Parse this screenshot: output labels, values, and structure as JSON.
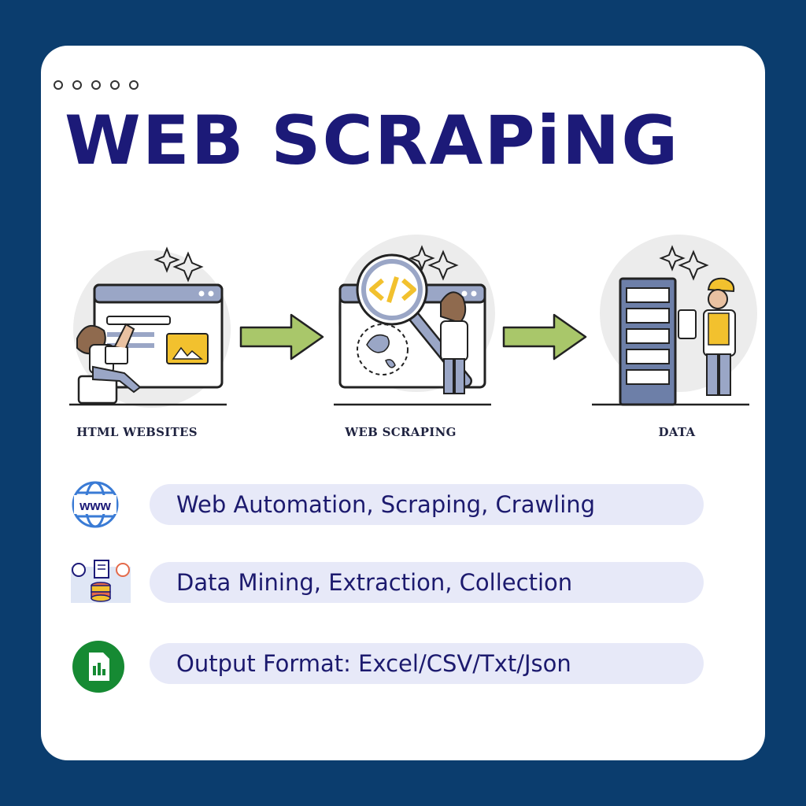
{
  "title": "WEB SCRAPiNG",
  "steps": [
    {
      "label": "HTML WEBSITES",
      "icon": "browser-person-icon"
    },
    {
      "label": "WEB SCRAPING",
      "icon": "magnifier-code-icon"
    },
    {
      "label": "DATA",
      "icon": "server-worker-icon"
    }
  ],
  "features": [
    {
      "text": "Web Automation, Scraping, Crawling",
      "icon": "www-globe-icon"
    },
    {
      "text": "Data Mining, Extraction, Collection",
      "icon": "database-mining-icon"
    },
    {
      "text": "Output Format: Excel/CSV/Txt/Json",
      "icon": "spreadsheet-file-icon"
    }
  ],
  "colors": {
    "background": "#0b3d6e",
    "card": "#ffffff",
    "title": "#1c1a78",
    "arrow": "#a9c76a",
    "pill": "#e7e9f8",
    "pill_text": "#1c1a6e"
  }
}
